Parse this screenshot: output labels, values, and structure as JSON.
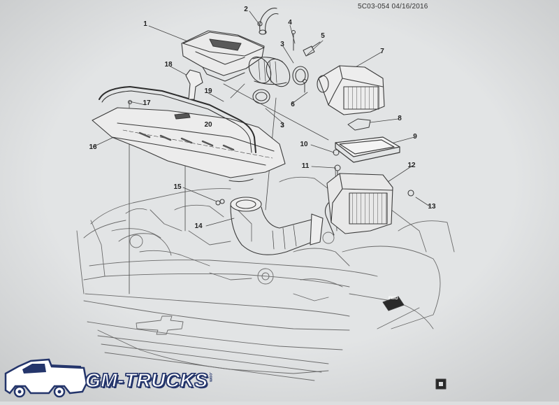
{
  "diagram": {
    "header": "5C03-054  04/16/2016",
    "callouts": [
      "1",
      "2",
      "3",
      "4",
      "5",
      "7",
      "18",
      "3",
      "6",
      "17",
      "19",
      "8",
      "20",
      "16",
      "3",
      "9",
      "10",
      "11",
      "12",
      "15",
      "13",
      "14"
    ]
  },
  "logo": {
    "text": "GM-TRUCKS",
    "suffix": ".com",
    "color": "#24356b"
  },
  "fwd_mark": "FWD",
  "colors": {
    "paper": "#dcdedf",
    "ink": "#3a3a3a",
    "shade": "#9a9c9e"
  }
}
